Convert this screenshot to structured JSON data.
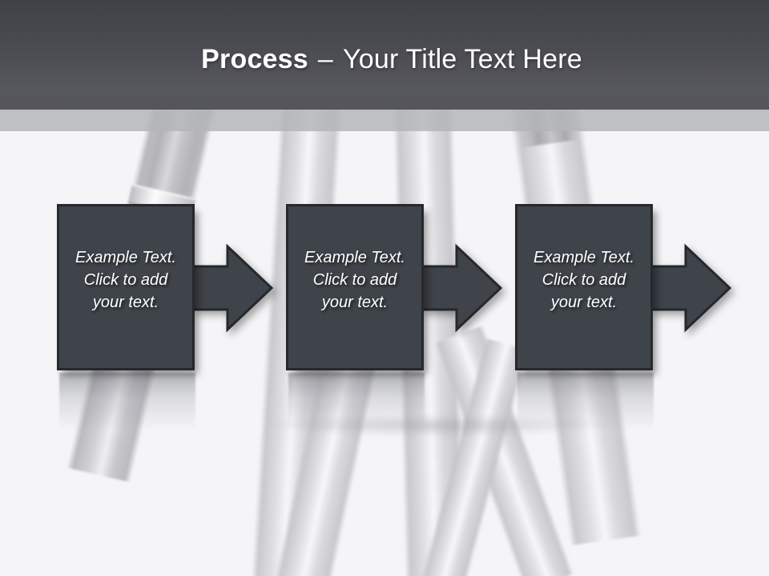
{
  "slide": {
    "header": {
      "title_emphasis": "Process",
      "title_separator": "–",
      "title_rest": "Your Title Text Here"
    },
    "steps": [
      {
        "lines": [
          "Example Text.",
          "Click to add",
          "your text."
        ]
      },
      {
        "lines": [
          "Example Text.",
          "Click to add",
          "your text."
        ]
      },
      {
        "lines": [
          "Example Text.",
          "Click to add",
          "your text."
        ]
      }
    ],
    "colors": {
      "header_top": "#404146",
      "header_bottom": "#55565b",
      "divider_strip": "#b4b5b8",
      "background": "#f5f5f7",
      "box_fill": "#3f434a",
      "box_border": "#26282d",
      "box_text": "#ffffff",
      "title_text": "#ffffff"
    }
  }
}
